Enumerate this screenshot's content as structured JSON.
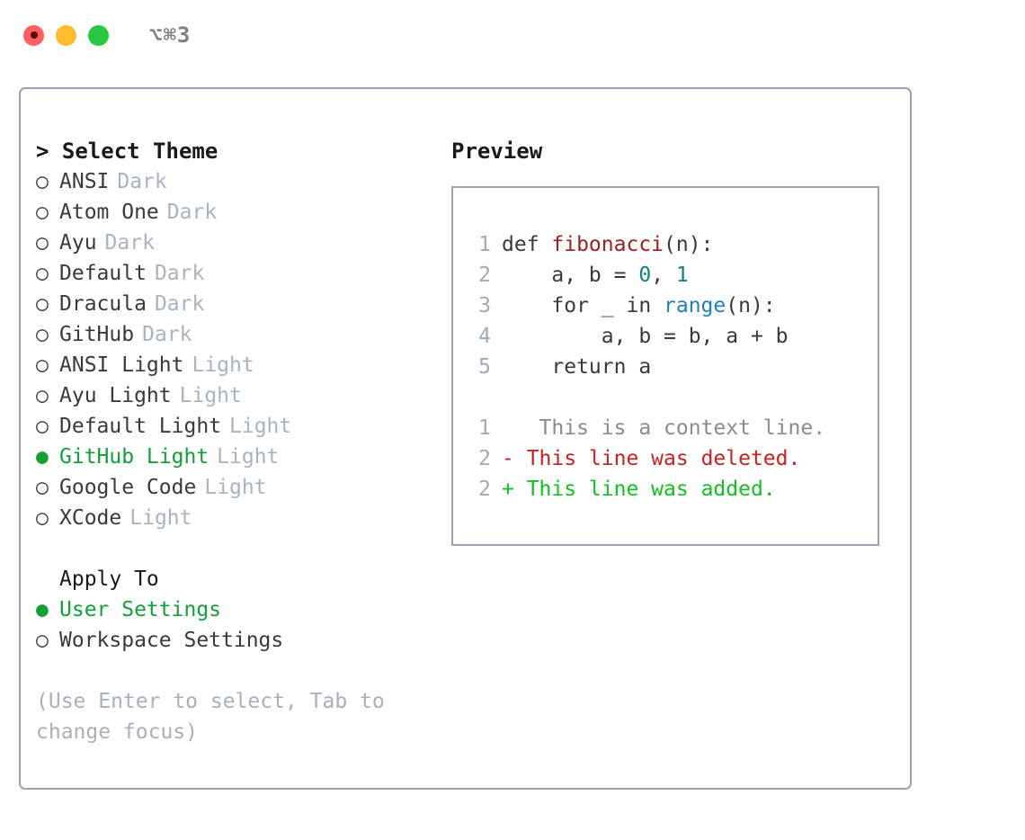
{
  "titlebar": {
    "shortcut": "⌥⌘3",
    "lights": [
      {
        "name": "close",
        "color": "#ff605c"
      },
      {
        "name": "minimize",
        "color": "#ffbd2e"
      },
      {
        "name": "maximize",
        "color": "#28c940"
      }
    ]
  },
  "theme_picker": {
    "header": "> Select Theme",
    "radio_unselected": "○",
    "radio_selected": "●",
    "items": [
      {
        "label": "ANSI",
        "variant": "Dark",
        "selected": false
      },
      {
        "label": "Atom One",
        "variant": "Dark",
        "selected": false
      },
      {
        "label": "Ayu",
        "variant": "Dark",
        "selected": false
      },
      {
        "label": "Default",
        "variant": "Dark",
        "selected": false
      },
      {
        "label": "Dracula",
        "variant": "Dark",
        "selected": false
      },
      {
        "label": "GitHub",
        "variant": "Dark",
        "selected": false
      },
      {
        "label": "ANSI Light",
        "variant": "Light",
        "selected": false
      },
      {
        "label": "Ayu Light",
        "variant": "Light",
        "selected": false
      },
      {
        "label": "Default Light",
        "variant": "Light",
        "selected": false
      },
      {
        "label": "GitHub Light",
        "variant": "Light",
        "selected": true
      },
      {
        "label": "Google Code",
        "variant": "Light",
        "selected": false
      },
      {
        "label": "XCode",
        "variant": "Light",
        "selected": false
      }
    ]
  },
  "apply_to": {
    "title": "Apply To",
    "items": [
      {
        "label": "User Settings",
        "selected": true
      },
      {
        "label": "Workspace Settings",
        "selected": false
      }
    ]
  },
  "hint": "(Use Enter to select, Tab to change focus)",
  "preview": {
    "header": "Preview",
    "code_lines": [
      {
        "no": "1",
        "tokens": [
          {
            "text": "def ",
            "type": "plain"
          },
          {
            "text": "fibonacci",
            "type": "func"
          },
          {
            "text": "(n):",
            "type": "plain"
          }
        ]
      },
      {
        "no": "2",
        "tokens": [
          {
            "text": "    a, b = ",
            "type": "plain"
          },
          {
            "text": "0",
            "type": "num"
          },
          {
            "text": ", ",
            "type": "plain"
          },
          {
            "text": "1",
            "type": "num"
          }
        ]
      },
      {
        "no": "3",
        "tokens": [
          {
            "text": "    for _ in ",
            "type": "plain"
          },
          {
            "text": "range",
            "type": "builtin"
          },
          {
            "text": "(n):",
            "type": "plain"
          }
        ]
      },
      {
        "no": "4",
        "tokens": [
          {
            "text": "        a, b = b, a + b",
            "type": "plain"
          }
        ]
      },
      {
        "no": "5",
        "tokens": [
          {
            "text": "    return a",
            "type": "plain"
          }
        ]
      }
    ],
    "diff_lines": [
      {
        "no": "1",
        "marker": " ",
        "text": "  This is a context line.",
        "type": "context"
      },
      {
        "no": "2",
        "marker": "-",
        "text": " This line was deleted.",
        "type": "deleted"
      },
      {
        "no": "2",
        "marker": "+",
        "text": " This line was added.",
        "type": "added"
      }
    ]
  },
  "colors": {
    "accent_green": "#12a038",
    "diff_added": "#12c020",
    "diff_deleted": "#cc1f1f",
    "border": "#9aa4b5",
    "muted": "#a8b3c4",
    "syntax_function": "#a02020",
    "syntax_number": "#108080",
    "syntax_builtin": "#2080b8"
  }
}
